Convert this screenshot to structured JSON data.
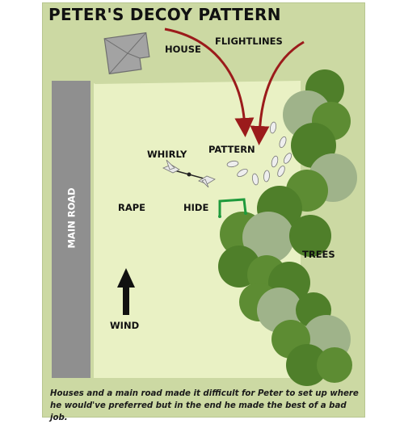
{
  "title": "PETER'S DECOY PATTERN",
  "labels": {
    "house": "HOUSE",
    "flightlines": "FLIGHTLINES",
    "whirly": "WHIRLY",
    "pattern": "PATTERN",
    "rape": "RAPE",
    "hide": "HIDE",
    "main_road": "MAIN ROAD",
    "trees": "TREES",
    "wind": "WIND"
  },
  "caption": "Houses and a main road made it difficult for Peter to set up where he would've preferred but in the end he made the best of a bad job.",
  "colors": {
    "panel": "#ccd9a3",
    "field": "#e9f1c4",
    "road": "#8f8f8f",
    "arrow": "#9b1b1b",
    "hide": "#1f9a3c",
    "tree_dark": "#4f7f2a",
    "tree_light": "#9fb38a"
  }
}
